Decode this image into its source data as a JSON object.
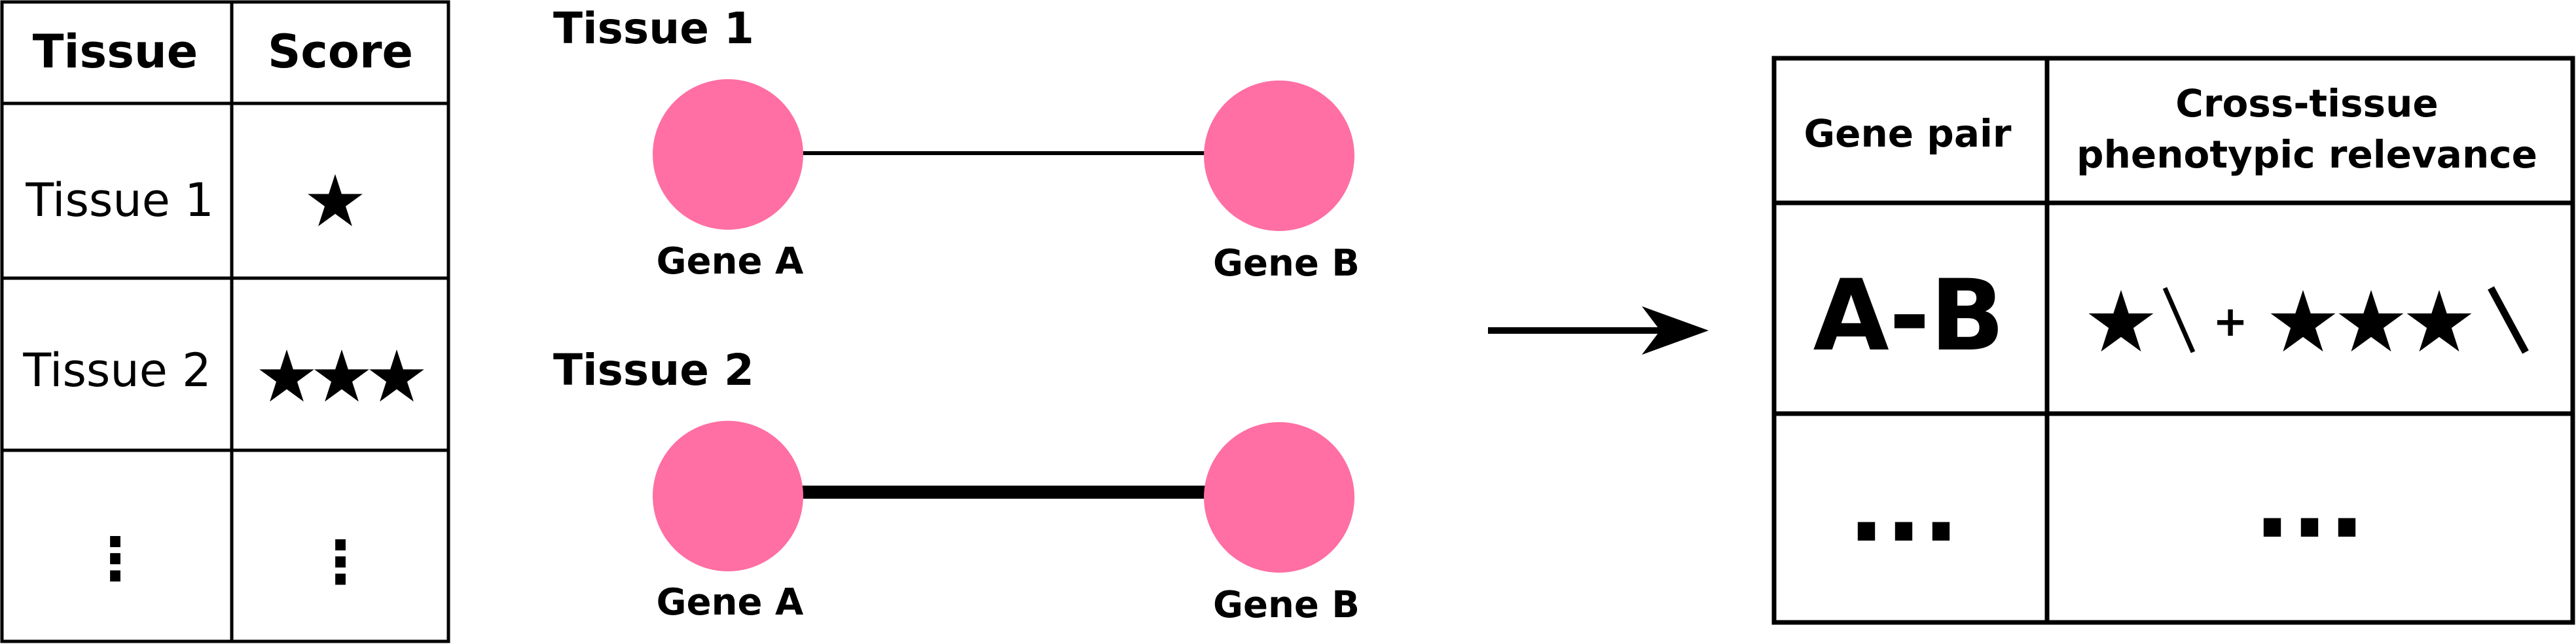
{
  "colors": {
    "node": "#ff6fa3",
    "line": "#000000",
    "background": "#ffffff"
  },
  "left_table": {
    "headers": [
      "Tissue",
      "Score"
    ],
    "rows": [
      {
        "tissue": "Tissue 1",
        "score_stars": 1
      },
      {
        "tissue": "Tissue 2",
        "score_stars": 3
      },
      {
        "tissue": "⋮",
        "score": "⋮"
      }
    ]
  },
  "networks": [
    {
      "title": "Tissue 1",
      "gene_a": "Gene A",
      "gene_b": "Gene B",
      "edge_weight": "thin"
    },
    {
      "title": "Tissue 2",
      "gene_a": "Gene A",
      "gene_b": "Gene B",
      "edge_weight": "thick"
    }
  ],
  "arrow_icon": "right-arrow-icon",
  "right_table": {
    "header_gene_pair": "Gene pair",
    "header_relevance_line1": "Cross-tissue",
    "header_relevance_line2": "phenotypic relevance",
    "row1_pair": "A-B",
    "row1_formula": {
      "tissue1_stars": 1,
      "operator": "+",
      "tissue2_stars": 3
    },
    "row2_pair": "...",
    "row2_relevance": "..."
  }
}
